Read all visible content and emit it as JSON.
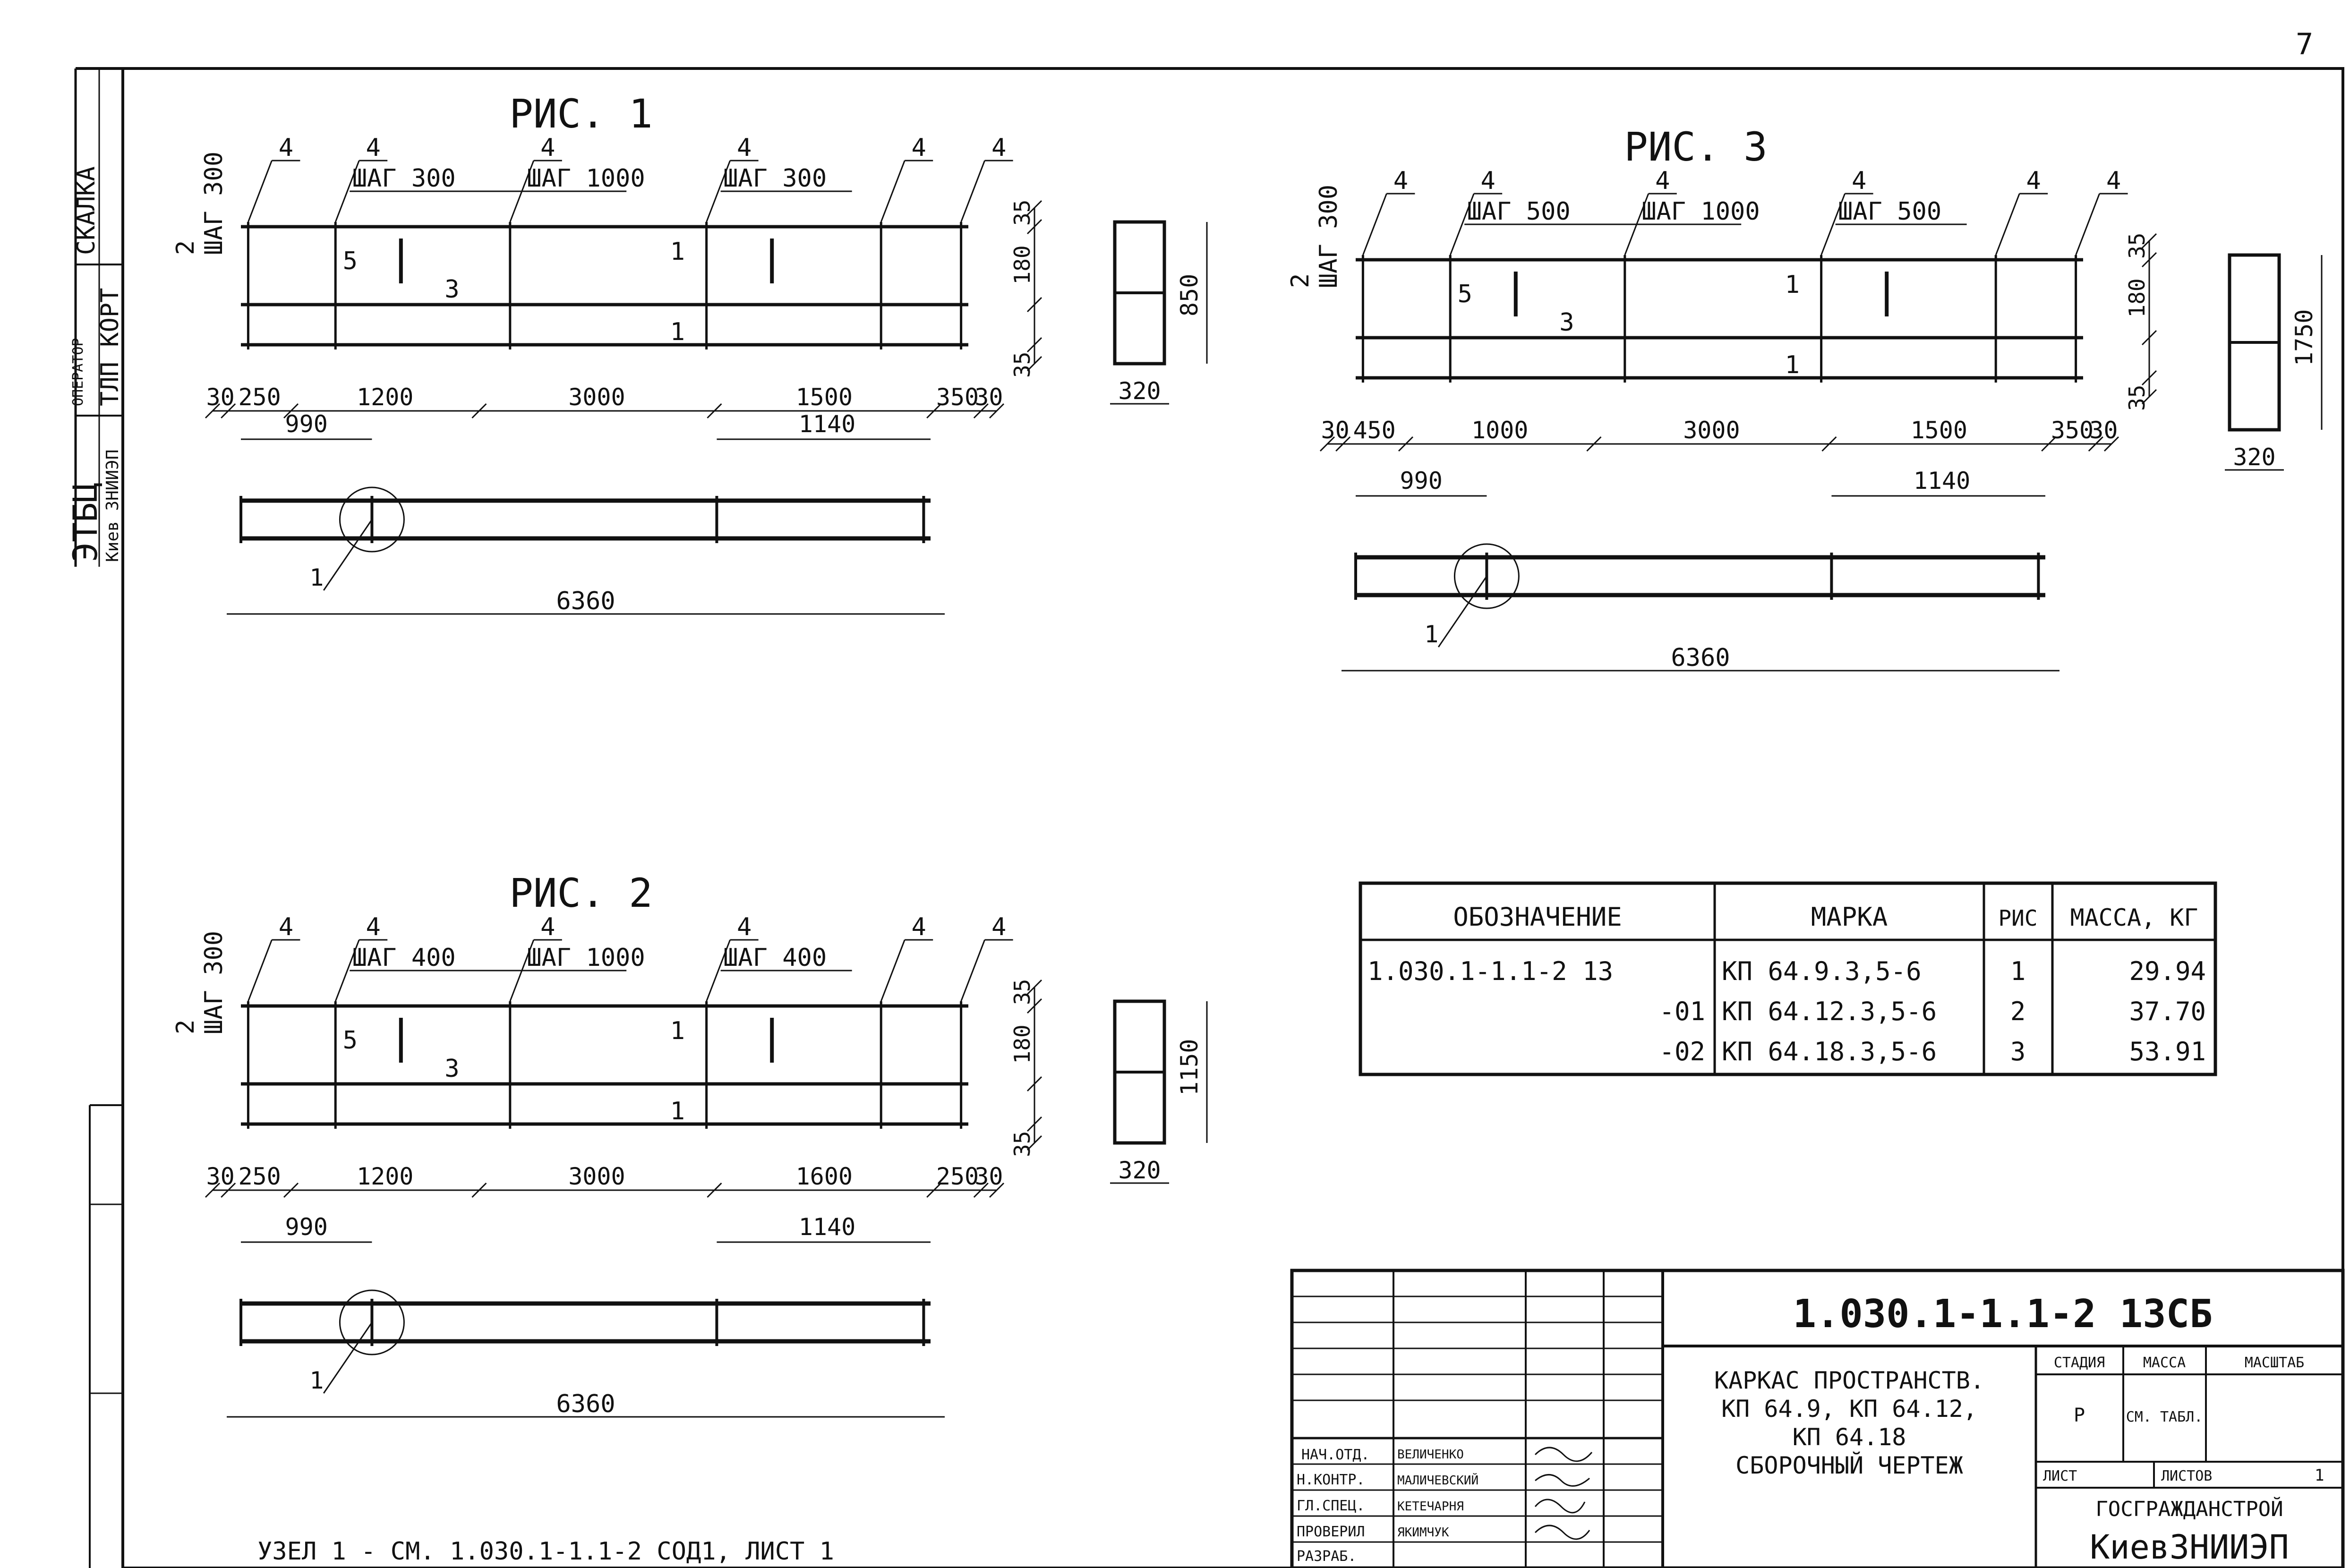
{
  "sheet_number": "7",
  "side_stamp": {
    "skalka": "СКАЛКА",
    "operator_label": "ОПЕРАТОР",
    "operator": "ТЛП КОРТ",
    "org": "ЭТБЦ",
    "org_sub": "Киев ЗНИИЭП"
  },
  "figures": [
    {
      "title": "РИС. 1",
      "callout_top": [
        "4",
        "4",
        "4",
        "4",
        "4",
        "4"
      ],
      "step_labels": [
        "ШАГ 300",
        "ШАГ 1000",
        "ШАГ 300"
      ],
      "left_mark": "2",
      "left_step": "ШАГ 300",
      "pos_labels": [
        "5",
        "3",
        "1",
        "1"
      ],
      "right_dims": [
        "35",
        "180",
        "35"
      ],
      "bottom_dims": [
        "30",
        "250",
        "1200",
        "3000",
        "1500",
        "350",
        "30"
      ],
      "section_height": "850",
      "section_width": "320",
      "plan_dims": [
        "990",
        "1140"
      ],
      "plan_total": "6360",
      "plan_pos": "1"
    },
    {
      "title": "РИС. 2",
      "callout_top": [
        "4",
        "4",
        "4",
        "4",
        "4",
        "4"
      ],
      "step_labels": [
        "ШАГ 400",
        "ШАГ 1000",
        "ШАГ 400"
      ],
      "left_mark": "2",
      "left_step": "ШАГ 300",
      "pos_labels": [
        "5",
        "3",
        "1",
        "1"
      ],
      "right_dims": [
        "35",
        "180",
        "35"
      ],
      "bottom_dims": [
        "30",
        "250",
        "1200",
        "3000",
        "1600",
        "250",
        "30"
      ],
      "section_height": "1150",
      "section_width": "320",
      "plan_dims": [
        "990",
        "1140"
      ],
      "plan_total": "6360",
      "plan_pos": "1"
    },
    {
      "title": "РИС. 3",
      "callout_top": [
        "4",
        "4",
        "4",
        "4",
        "4",
        "4"
      ],
      "step_labels": [
        "ШАГ 500",
        "ШАГ 1000",
        "ШАГ 500"
      ],
      "left_mark": "2",
      "left_step": "ШАГ 300",
      "pos_labels": [
        "5",
        "3",
        "1",
        "1"
      ],
      "right_dims": [
        "35",
        "180",
        "35"
      ],
      "bottom_dims": [
        "30",
        "450",
        "1000",
        "3000",
        "1500",
        "350",
        "30"
      ],
      "section_height": "1750",
      "section_width": "320",
      "plan_dims": [
        "990",
        "1140"
      ],
      "plan_total": "6360",
      "plan_pos": "1"
    }
  ],
  "spec_table": {
    "headers": [
      "ОБОЗНАЧЕНИЕ",
      "МАРКА",
      "РИС",
      "МАССА, КГ"
    ],
    "rows": [
      [
        "1.030.1-1.1-2 13",
        "КП 64.9.3,5-6",
        "1",
        "29.94"
      ],
      [
        "-01",
        "КП 64.12.3,5-6",
        "2",
        "37.70"
      ],
      [
        "-02",
        "КП 64.18.3,5-6",
        "3",
        "53.91"
      ]
    ]
  },
  "footnote": "УЗЕЛ 1 - СМ. 1.030.1-1.1-2 СОД1, ЛИСТ 1",
  "title_block": {
    "code": "1.030.1-1.1-2 13СБ",
    "title_lines": [
      "КАРКАС ПРОСТРАНСТВ.",
      "КП 64.9, КП 64.12,",
      "КП 64.18",
      "СБОРОЧНЫЙ ЧЕРТЕЖ"
    ],
    "stage_label": "СТАДИЯ",
    "mass_label": "МАССА",
    "scale_label": "МАСШТАБ",
    "stage": "Р",
    "mass_value": "СМ. ТАБЛ.",
    "sheet_label": "ЛИСТ",
    "sheets_label": "ЛИСТОВ",
    "sheets_value": "1",
    "org_top": "ГОСГРАЖДАНСТРОЙ",
    "org_bottom": "КиевЗНИИЭП",
    "roles": [
      "НАЧ.ОТД.",
      "Н.КОНТР.",
      "ГЛ.СПЕЦ.",
      "ПРОВЕРИЛ",
      "РАЗРАБ."
    ],
    "names": [
      "ВЕЛИЧЕНКО",
      "МАЛИЧЕВСКИЙ",
      "КЕТЕЧАРНЯ",
      "ЯКИМЧУК",
      ""
    ]
  }
}
